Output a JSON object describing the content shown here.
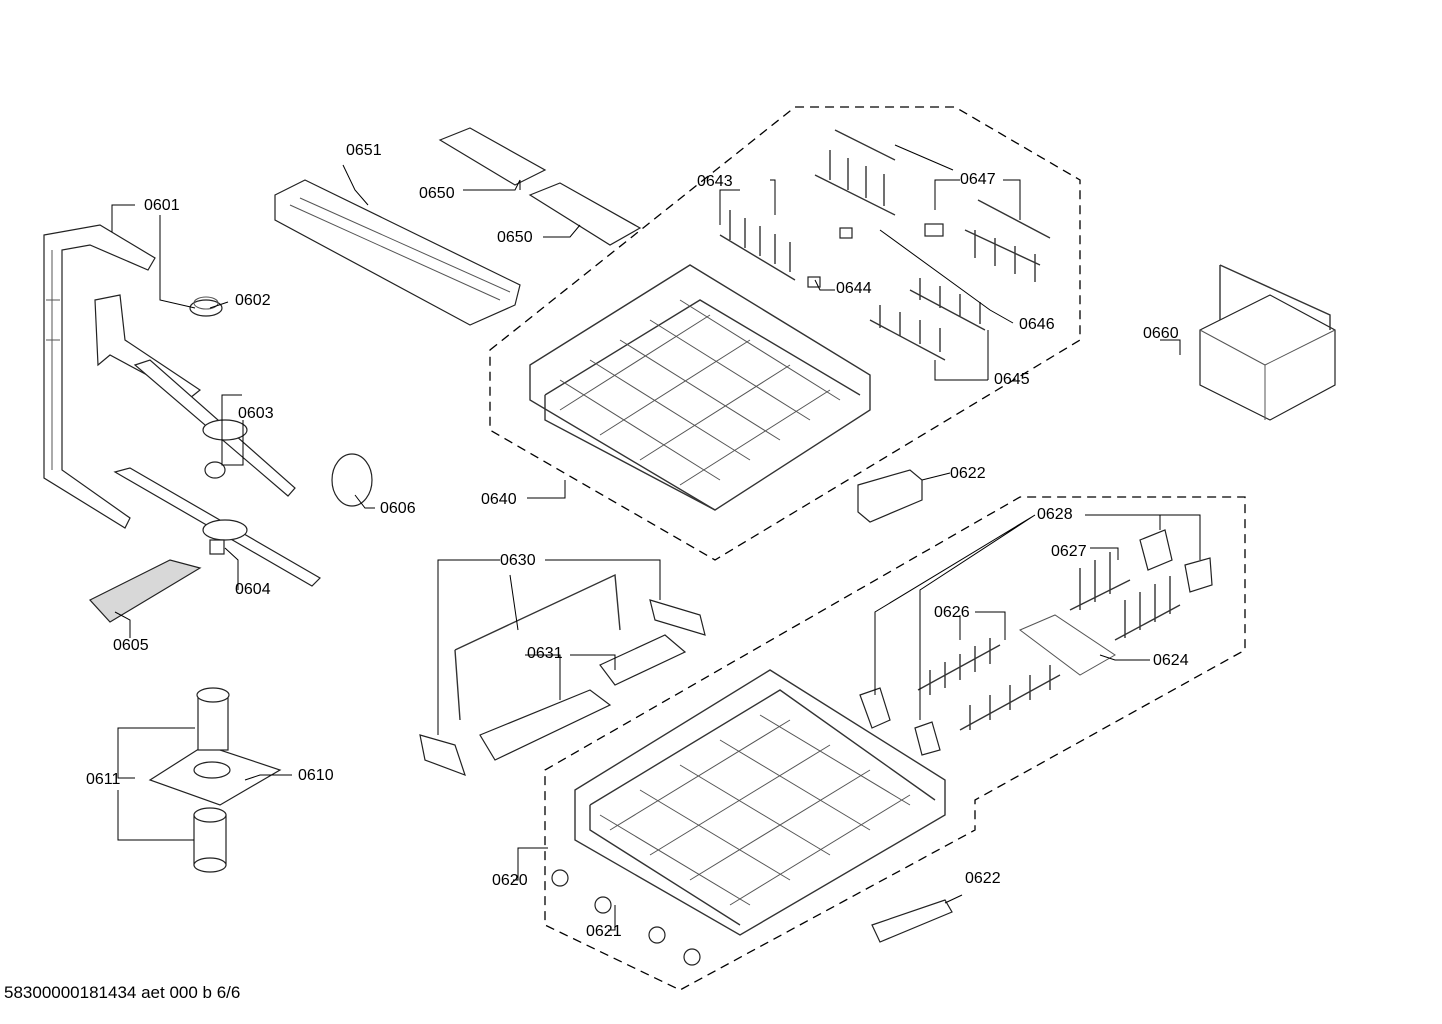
{
  "part_labels": {
    "p0601": "0601",
    "p0602": "0602",
    "p0603": "0603",
    "p0604": "0604",
    "p0605": "0605",
    "p0606": "0606",
    "p0610": "0610",
    "p0611": "0611",
    "p0620": "0620",
    "p0621": "0621",
    "p0622a": "0622",
    "p0622b": "0622",
    "p0624": "0624",
    "p0626": "0626",
    "p0627": "0627",
    "p0628": "0628",
    "p0630": "0630",
    "p0631": "0631",
    "p0640": "0640",
    "p0643": "0643",
    "p0644": "0644",
    "p0645": "0645",
    "p0646": "0646",
    "p0647": "0647",
    "p0650a": "0650",
    "p0650b": "0650",
    "p0651": "0651",
    "p0660": "0660"
  },
  "footer": "58300000181434 aet 000 b 6/6"
}
